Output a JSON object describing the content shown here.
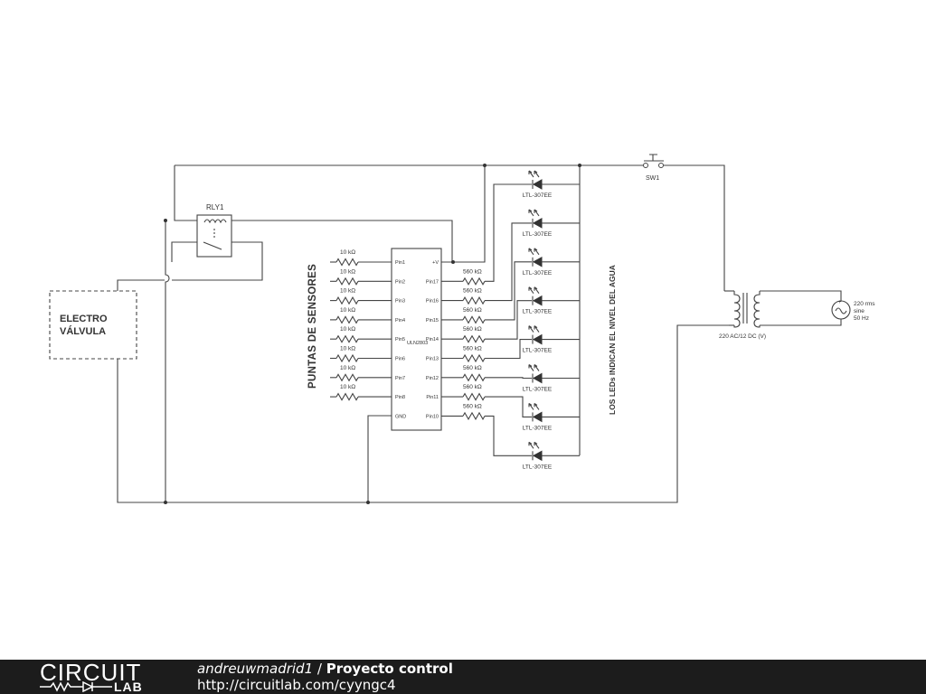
{
  "schematic": {
    "relay_label": "RLY1",
    "switch_label": "SW1",
    "ic_label": "ULN2803",
    "valve_label_line1": "ELECTRO",
    "valve_label_line2": "VÁLVULA",
    "sensor_heading": "PUNTAS DE SENSORES",
    "led_heading": "LOS LEDs INDICAN EL NIVEL DEL AGUA",
    "transformer_label": "220 AC/12 DC (V)",
    "source_line1": "220 rms",
    "source_line2": "sine",
    "source_line3": "50 Hz",
    "left_pins": [
      "Pin1",
      "Pin2",
      "Pin3",
      "Pin4",
      "Pin5",
      "Pin6",
      "Pin7",
      "Pin8",
      "GND"
    ],
    "right_pins": [
      "+V",
      "Pin17",
      "Pin16",
      "Pin15",
      "Pin14",
      "Pin13",
      "Pin12",
      "Pin11",
      "Pin10"
    ],
    "input_resistors": [
      "10 kΩ",
      "10 kΩ",
      "10 kΩ",
      "10 kΩ",
      "10 kΩ",
      "10 kΩ",
      "10 kΩ",
      "10 kΩ"
    ],
    "led_resistors": [
      "560 kΩ",
      "560 kΩ",
      "560 kΩ",
      "560 kΩ",
      "560 kΩ",
      "560 kΩ",
      "560 kΩ",
      "560 kΩ"
    ],
    "leds": [
      "LTL-307EE",
      "LTL-307EE",
      "LTL-307EE",
      "LTL-307EE",
      "LTL-307EE",
      "LTL-307EE",
      "LTL-307EE",
      "LTL-307EE"
    ]
  },
  "footer": {
    "logo_top": "CIRCUIT",
    "logo_bottom": "LAB",
    "author": "andreuwmadrid1",
    "separator": " / ",
    "project_title": "Proyecto control",
    "url": "http://circuitlab.com/cyyngc4"
  }
}
